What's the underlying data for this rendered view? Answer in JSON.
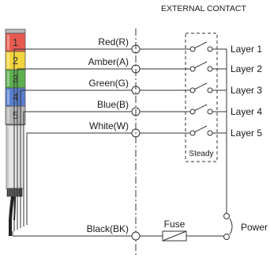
{
  "header": {
    "external_contact": "EXTERNAL CONTACT"
  },
  "tower": {
    "segments": [
      {
        "number": "1",
        "color": "#e85a4f"
      },
      {
        "number": "2",
        "color": "#f2d43c"
      },
      {
        "number": "3",
        "color": "#5db04f"
      },
      {
        "number": "4",
        "color": "#5a7fd0"
      },
      {
        "number": "5",
        "color": "#b5b5b5"
      }
    ]
  },
  "wires": [
    {
      "label": "Red(R)"
    },
    {
      "label": "Amber(A)"
    },
    {
      "label": "Green(G)"
    },
    {
      "label": "Blue(B)"
    },
    {
      "label": "White(W)"
    }
  ],
  "layers": [
    "Layer 1",
    "Layer 2",
    "Layer 3",
    "Layer 4",
    "Layer 5"
  ],
  "contact_box": {
    "label": "Steady"
  },
  "common": {
    "label": "Black(BK)"
  },
  "fuse": {
    "label": "Fuse"
  },
  "power": {
    "label": "Power"
  }
}
